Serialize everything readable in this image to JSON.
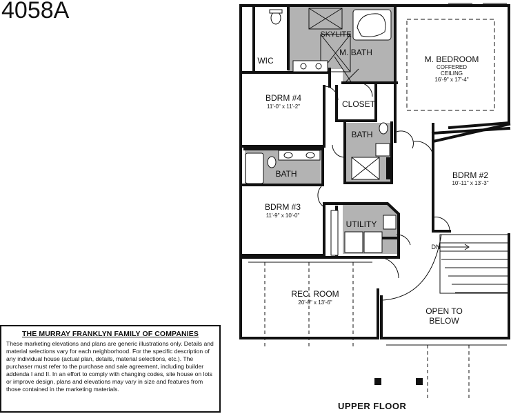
{
  "plan_number": "4058A",
  "rooms": {
    "wic": {
      "label": "WIC"
    },
    "skylite": {
      "label": "SKYLITE"
    },
    "m_bath": {
      "label": "M. BATH"
    },
    "m_bedroom": {
      "label": "M. BEDROOM",
      "note_1": "COFFERED",
      "note_2": "CEILING",
      "dim": "16'-9\" x 17'-4\""
    },
    "bdrm4": {
      "label": "BDRM #4",
      "dim": "11'-0\" x 11'-2\""
    },
    "closet": {
      "label": "CLOSET"
    },
    "bath_center": {
      "label": "BATH"
    },
    "bath_left": {
      "label": "BATH"
    },
    "bdrm2": {
      "label": "BDRM #2",
      "dim": "10'-11\" x 13'-3\""
    },
    "bdrm3": {
      "label": "BDRM #3",
      "dim": "11'-9\" x 10'-0\""
    },
    "utility": {
      "label": "UTILITY"
    },
    "rec_room": {
      "label": "REC. ROOM",
      "dim": "20'-0\" x 13'-6\""
    },
    "open_to_below": {
      "label_1": "OPEN TO",
      "label_2": "BELOW"
    },
    "stairs": {
      "label": "DN"
    }
  },
  "disclaimer": {
    "title": "THE MURRAY FRANKLYN FAMILY OF COMPANIES",
    "body": "These marketing elevations and plans are generic illustrations only. Details and material selections vary for each neighborhood. For the specific description of any individual house (actual plan, details, material selections, etc.). The purchaser must refer to the purchase and sale agreement, including builder addenda I and II. In an effort to comply with changing codes, site house on lots or improve design, plans and elevations may vary in size and features from those contained in the marketing materials."
  },
  "floor_label": "UPPER FLOOR",
  "colors": {
    "wet_area": "#b3b3b3",
    "wall": "#111111",
    "background": "#ffffff"
  }
}
